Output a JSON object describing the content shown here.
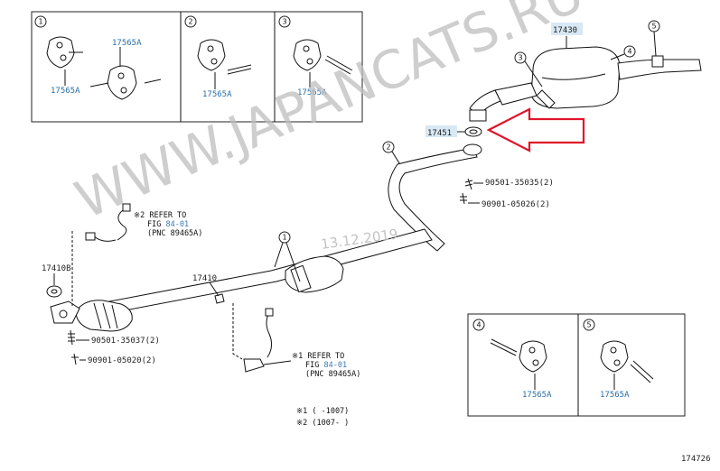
{
  "watermark": "WWW.JAPANCATS.RU",
  "date_stamp": "13.12.2019",
  "figure_id": "174726",
  "callouts": {
    "c1": "1",
    "c2": "2",
    "c3": "3",
    "c4": "4",
    "c5": "5"
  },
  "parts": {
    "p17565a": "17565A",
    "p17430": "17430",
    "p17451": "17451",
    "p17410": "17410",
    "p17410b": "17410B",
    "p90501_35035": "90501-35035(2)",
    "p90901_05026": "90901-05026(2)",
    "p90501_35037": "90501-35037(2)",
    "p90901_05020": "90901-05020(2)"
  },
  "refs": {
    "ref2_line1": "※2 REFER TO",
    "ref2_fig_prefix": "FIG ",
    "ref2_fig": "84-01",
    "ref2_pnc": "(PNC 89465A)",
    "ref1_line1": "※1 REFER TO",
    "ref1_fig_prefix": "FIG ",
    "ref1_fig": "84-01",
    "ref1_pnc": "(PNC 89465A)"
  },
  "notes": {
    "n1": "※1 (    -1007)",
    "n2": "※2 (1007-    )"
  },
  "colors": {
    "highlight_arrow": "#e0142a",
    "link": "#3a78b8",
    "highlight_box": "#d8e8f4"
  }
}
